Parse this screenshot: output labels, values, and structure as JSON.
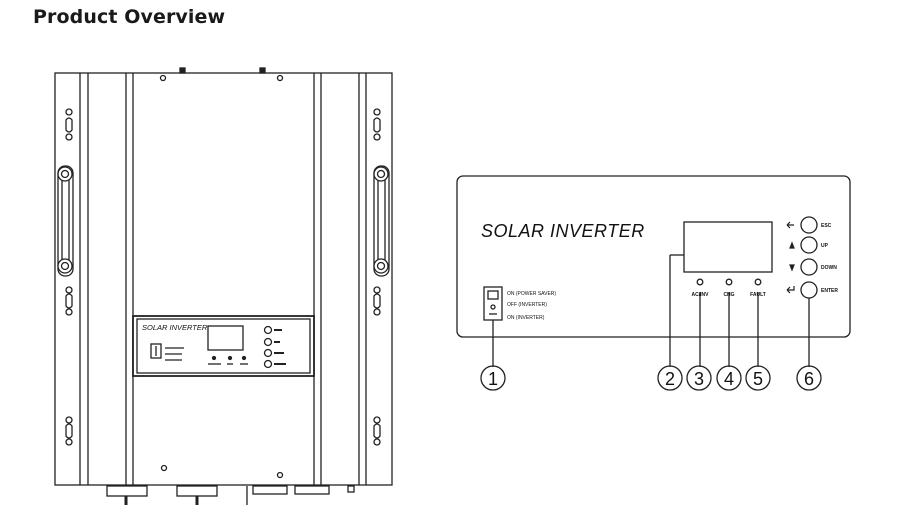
{
  "page": {
    "title": "Product Overview"
  },
  "unit_front": {
    "brand": "SOLAR INVERTER"
  },
  "panel": {
    "brand": "SOLAR INVERTER",
    "switch_labels": [
      "ON (POWER SAVER)",
      "OFF (INVERTER)",
      "ON (INVERTER)"
    ],
    "leds": [
      "AC/INV",
      "CHG",
      "FAULT"
    ],
    "buttons": [
      "ESC",
      "UP",
      "DOWN",
      "ENTER"
    ],
    "button_icons": [
      "return-arrow-icon",
      "triangle-up-icon",
      "triangle-down-icon",
      "enter-arrow-icon"
    ]
  },
  "callouts": [
    "1",
    "2",
    "3",
    "4",
    "5",
    "6"
  ]
}
